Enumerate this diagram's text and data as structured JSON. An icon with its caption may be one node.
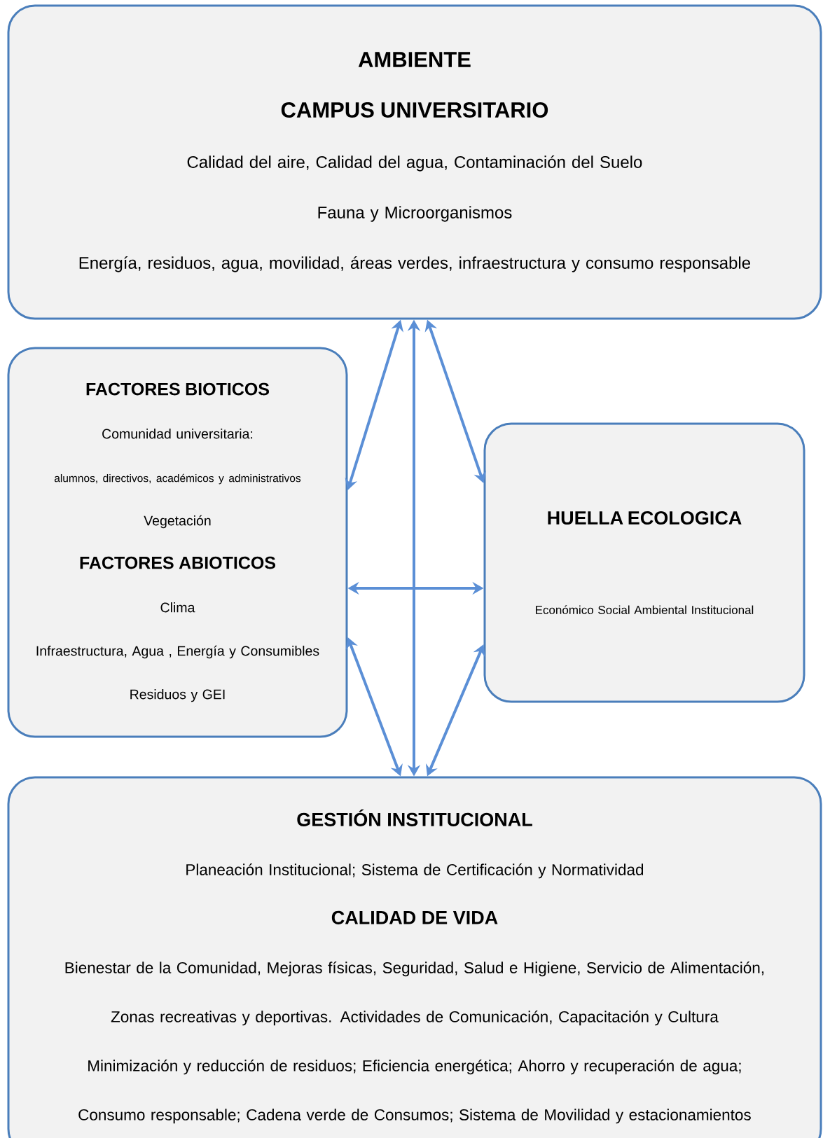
{
  "diagram": {
    "nodes": [
      {
        "text": [
          "AMBIENTE",
          "CAMPUS UNIVERSITARIO",
          "Calidad del aire, Calidad del agua, Contaminación del Suelo",
          "Fauna y Microorganismos",
          "Energía, residuos, agua, movilidad, áreas verdes, infraestructura y consumo responsable"
        ]
      },
      {
        "text": [
          "FACTORES  BIOTICOS",
          "Comunidad universitaria:",
          "alumnos, directivos, académicos y administrativos",
          "Vegetación",
          "FACTORES  ABIOTICOS",
          "Clima",
          "Infraestructura, Agua , Energía y Consumibles",
          "Residuos  y GEI"
        ]
      },
      {
        "text": [
          "HUELLA ECOLOGICA",
          "Económico  Social  Ambiental  Institucional"
        ]
      },
      {
        "text": [
          "GESTIÓN INSTITUCIONAL",
          "Planeación Institucional; Sistema de Certificación  y Normatividad",
          "CALIDAD DE VIDA",
          "Bienestar de la Comunidad, Mejoras físicas, Seguridad, Salud e Higiene,  Servicio de Alimentación,",
          "Zonas recreativas y deportivas. Actividades de Comunicación, Capacitación  y Cultura",
          "Minimización y reducción de residuos; Eficiencia energética; Ahorro y recuperación de agua; Consumo responsable; Cadena verde de Consumos; Sistema de Movilidad y estacionamientos"
        ]
      }
    ],
    "edges": [
      {
        "from": 0,
        "to": 3,
        "arrow": "both"
      },
      {
        "from": 1,
        "to": 2,
        "arrow": "both"
      },
      {
        "from": 1,
        "to": 0,
        "arrow": "both"
      },
      {
        "from": 0,
        "to": 2,
        "arrow": "both"
      },
      {
        "from": 1,
        "to": 3,
        "arrow": "both"
      },
      {
        "from": 3,
        "to": 2,
        "arrow": "both"
      }
    ]
  }
}
